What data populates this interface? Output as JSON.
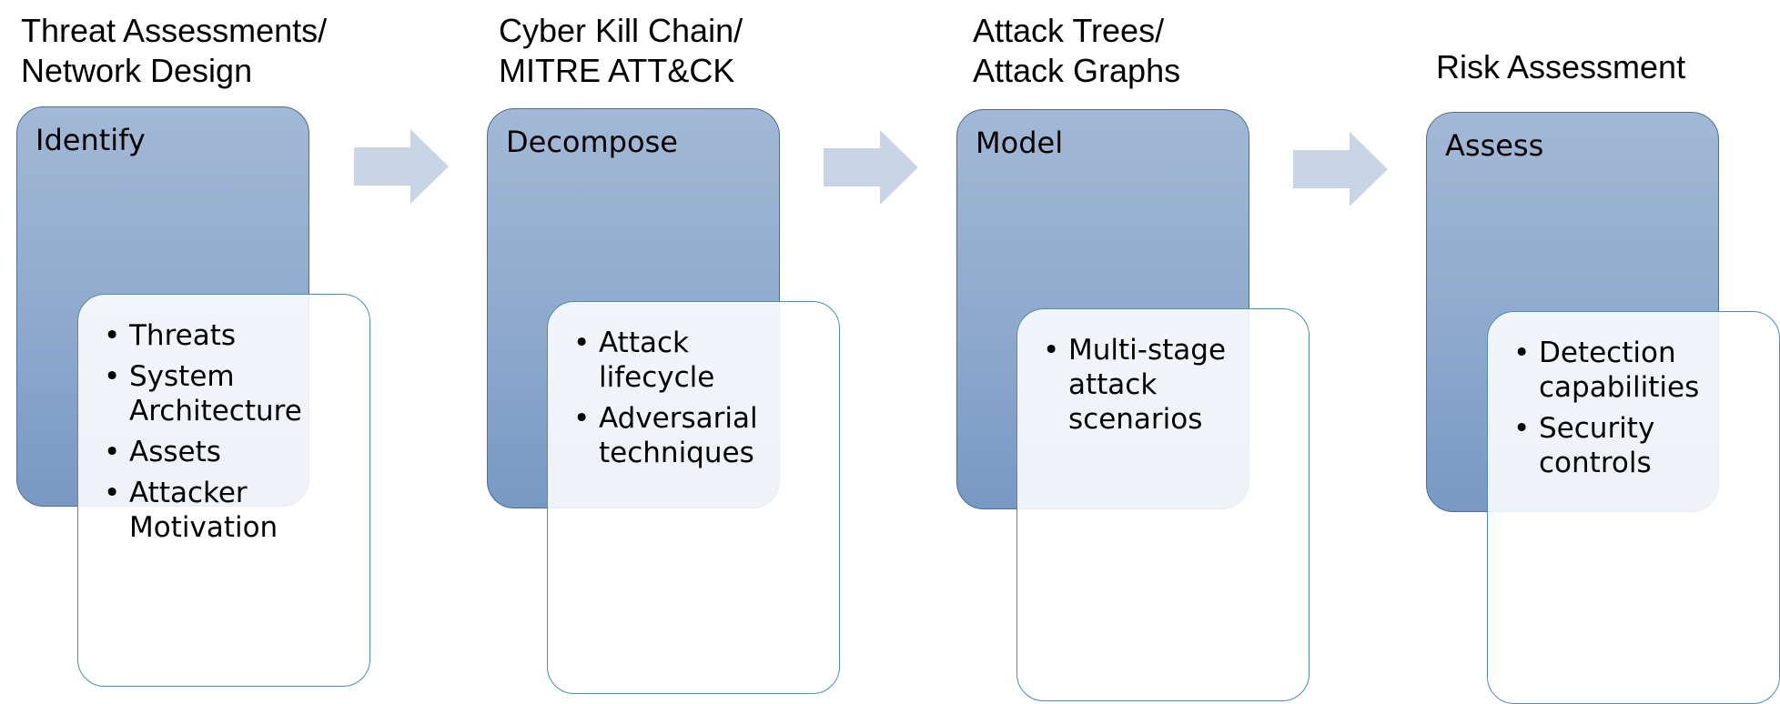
{
  "columns": [
    {
      "heading_lines": [
        "Threat Assessments/",
        "Network Design"
      ],
      "stage": "Identify",
      "bullets": [
        "Threats",
        "System Architecture",
        "Assets",
        "Attacker Motivation"
      ]
    },
    {
      "heading_lines": [
        "Cyber Kill Chain/",
        "MITRE ATT&CK"
      ],
      "stage": "Decompose",
      "bullets": [
        "Attack lifecycle",
        "Adversarial techniques"
      ]
    },
    {
      "heading_lines": [
        "Attack Trees/",
        "Attack Graphs"
      ],
      "stage": "Model",
      "bullets": [
        "Multi-stage attack scenarios"
      ]
    },
    {
      "heading_lines": [
        "Risk Assessment"
      ],
      "stage": "Assess",
      "bullets": [
        "Detection capabilities",
        "Security controls"
      ]
    }
  ],
  "colors": {
    "stage_fill_top": "#a2b8d6",
    "stage_fill_bottom": "#7799c4",
    "stage_border": "#4e6d93",
    "detail_border": "#4a8fb8",
    "arrow_fill": "#c9d4e4"
  },
  "icons": {
    "connector": "right-arrow-icon"
  }
}
